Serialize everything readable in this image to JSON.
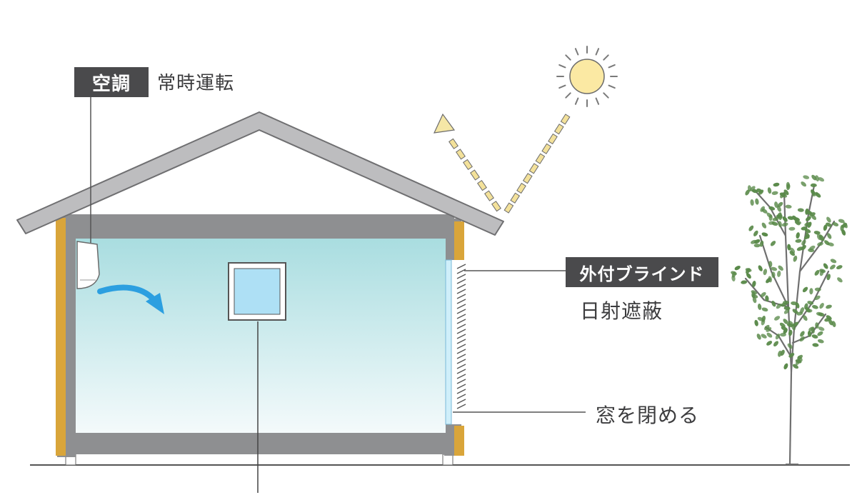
{
  "labels": {
    "aircon_tag": "空調",
    "aircon_desc": "常時運転",
    "blind_tag": "外付ブラインド",
    "blind_desc": "日射遮蔽",
    "window_desc": "窓を閉める"
  },
  "colors": {
    "wall_gray": "#8e8f91",
    "roof_gray": "#bdbdbf",
    "timber": "#d9a53a",
    "room_top": "#a9dde0",
    "room_bottom": "#f3fafb",
    "tag_bg": "#4a4a4c",
    "sun_fill": "#fbe9a3",
    "airflow": "#2c9fe0",
    "window_glass": "#aee0f5",
    "leaf": "#5a8a4a"
  },
  "icons": [
    "sun-icon",
    "tree-icon",
    "air-conditioner-icon",
    "airflow-arrow-icon",
    "reflected-sunlight-arrow-icon"
  ]
}
